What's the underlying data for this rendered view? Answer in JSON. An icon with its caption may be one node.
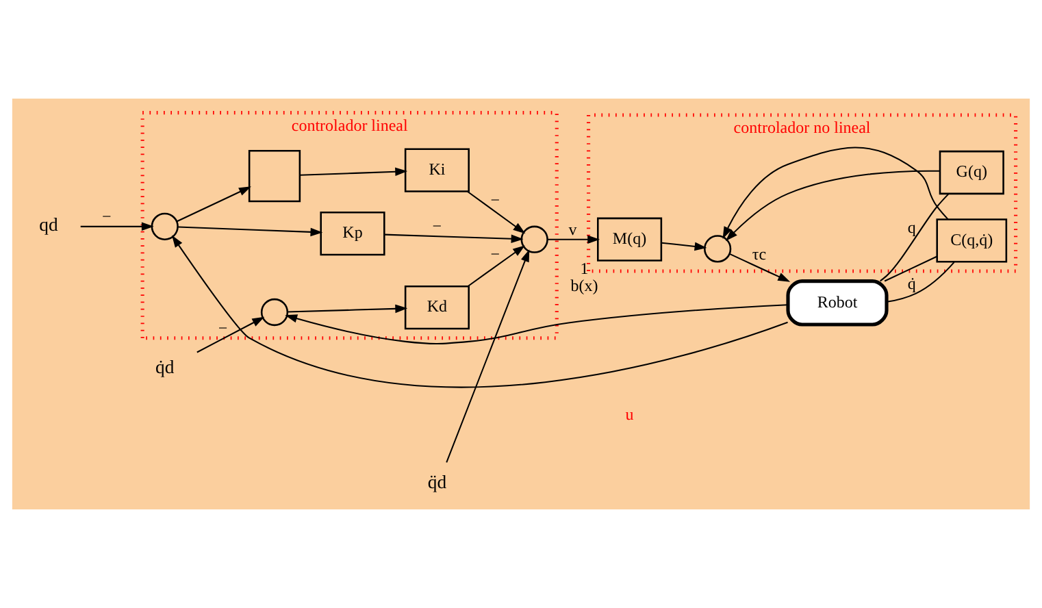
{
  "diagram": {
    "nodes": [
      {
        "text": [
          "controlador lineal"
        ]
      },
      {
        "text": [
          "controlador no lineal"
        ]
      },
      {
        "text": [
          "q̈d"
        ]
      },
      {
        "text": [
          "q̇d"
        ]
      },
      {
        "text": [
          "qd"
        ]
      },
      {
        "text": [],
        "shape": "circle",
        "in": 0
      },
      {
        "text": [
          "Kd"
        ],
        "in": 0
      },
      {
        "text": [
          "Kp"
        ],
        "in": 0
      },
      {
        "text": [
          "Ki"
        ],
        "in": 0
      },
      {
        "text": [],
        "shape": "box",
        "in": 0
      },
      {
        "text": [],
        "shape": "circle",
        "in": 0
      },
      {
        "text": [],
        "shape": "circle",
        "in": 0
      },
      {
        "text": [
          "M(q)"
        ],
        "in": 1,
        "beside": [
          "1",
          "b(x)"
        ]
      },
      {
        "text": [],
        "shape": "circle",
        "in": 1
      },
      {
        "text": [
          "G(q)"
        ],
        "in": 1
      },
      {
        "text": [
          "C(q,q̇)"
        ],
        "in": 1
      },
      {
        "text": [
          "Robot"
        ]
      }
    ],
    "edges": [
      {
        "from": 2,
        "to": 5,
        "arrow": "to"
      },
      {
        "from": 6,
        "to": 5,
        "arrow": "to",
        "label": "−"
      },
      {
        "from": 7,
        "to": 5,
        "arrow": "to",
        "label": "−"
      },
      {
        "from": 8,
        "to": 5,
        "arrow": "to",
        "label": "−"
      },
      {
        "from": 5,
        "to": 12,
        "arrow": "to",
        "label": "v"
      },
      {
        "from": 12,
        "to": 13,
        "arrow": "to"
      },
      {
        "from": 14,
        "to": 13,
        "arrow": "to"
      },
      {
        "from": 15,
        "to": 13,
        "arrow": "to"
      },
      {
        "from": 13,
        "to": 16,
        "arrow": "to",
        "label": "τc"
      },
      {
        "from": 16,
        "to": 14,
        "arrow": "none",
        "label": "q"
      },
      {
        "from": 16,
        "to": 15,
        "arrow": "none"
      },
      {
        "from": 16,
        "to": 15,
        "arrow": "none",
        "label": "q̇"
      },
      {
        "from": 16,
        "to": 10,
        "arrow": "to"
      },
      {
        "from": 16,
        "to": 11,
        "arrow": "to"
      },
      {
        "from": 3,
        "to": 10,
        "arrow": "to",
        "label": "−"
      },
      {
        "from": 4,
        "to": 11,
        "arrow": "to",
        "label": "−"
      },
      {
        "from": 10,
        "to": 6,
        "arrow": "to"
      },
      {
        "from": 11,
        "to": 7,
        "arrow": "to"
      },
      {
        "from": 11,
        "to": 9,
        "arrow": "to"
      },
      {
        "from": 9,
        "to": 8,
        "arrow": "to"
      }
    ],
    "labels": [
      "u"
    ]
  }
}
